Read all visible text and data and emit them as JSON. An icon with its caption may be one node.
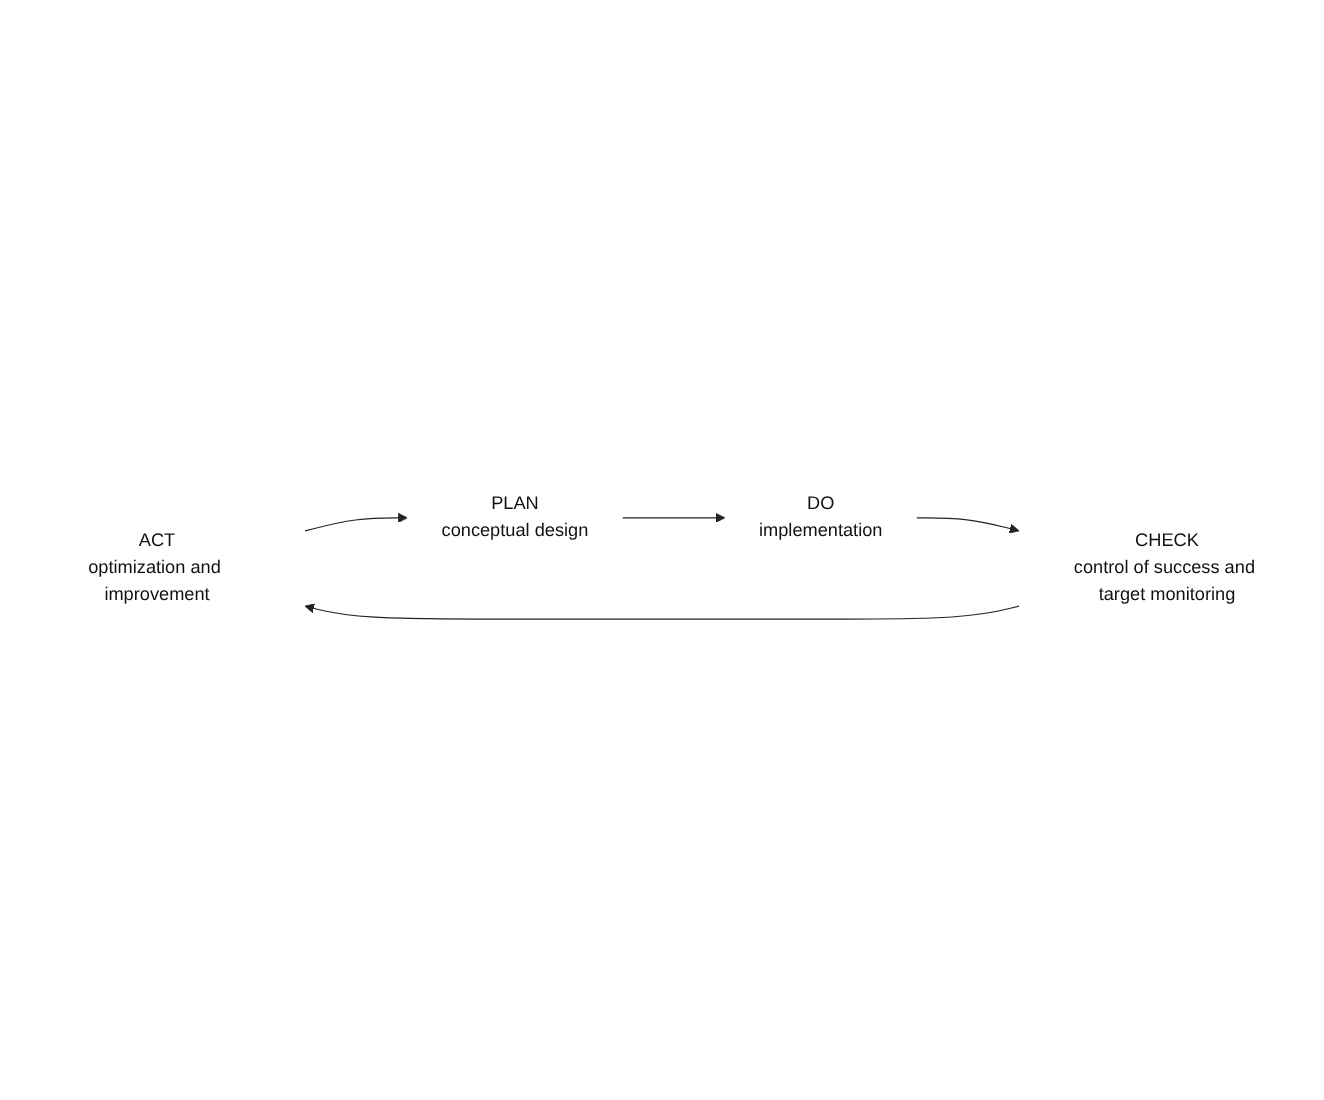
{
  "diagram": {
    "nodes": [
      {
        "text": [
          "ACT",
          "optimization and improvement"
        ]
      },
      {
        "text": [
          "PLAN",
          "conceptual design"
        ]
      },
      {
        "text": [
          "DO",
          "implementation"
        ]
      },
      {
        "text": [
          "CHECK",
          "control of success and target monitoring"
        ]
      }
    ],
    "edges": [
      {
        "from": 0,
        "to": 1,
        "arrow": "to"
      },
      {
        "from": 1,
        "to": 2,
        "arrow": "to"
      },
      {
        "from": 2,
        "to": 3,
        "arrow": "to"
      },
      {
        "from": 3,
        "to": 0,
        "arrow": "to"
      }
    ]
  }
}
